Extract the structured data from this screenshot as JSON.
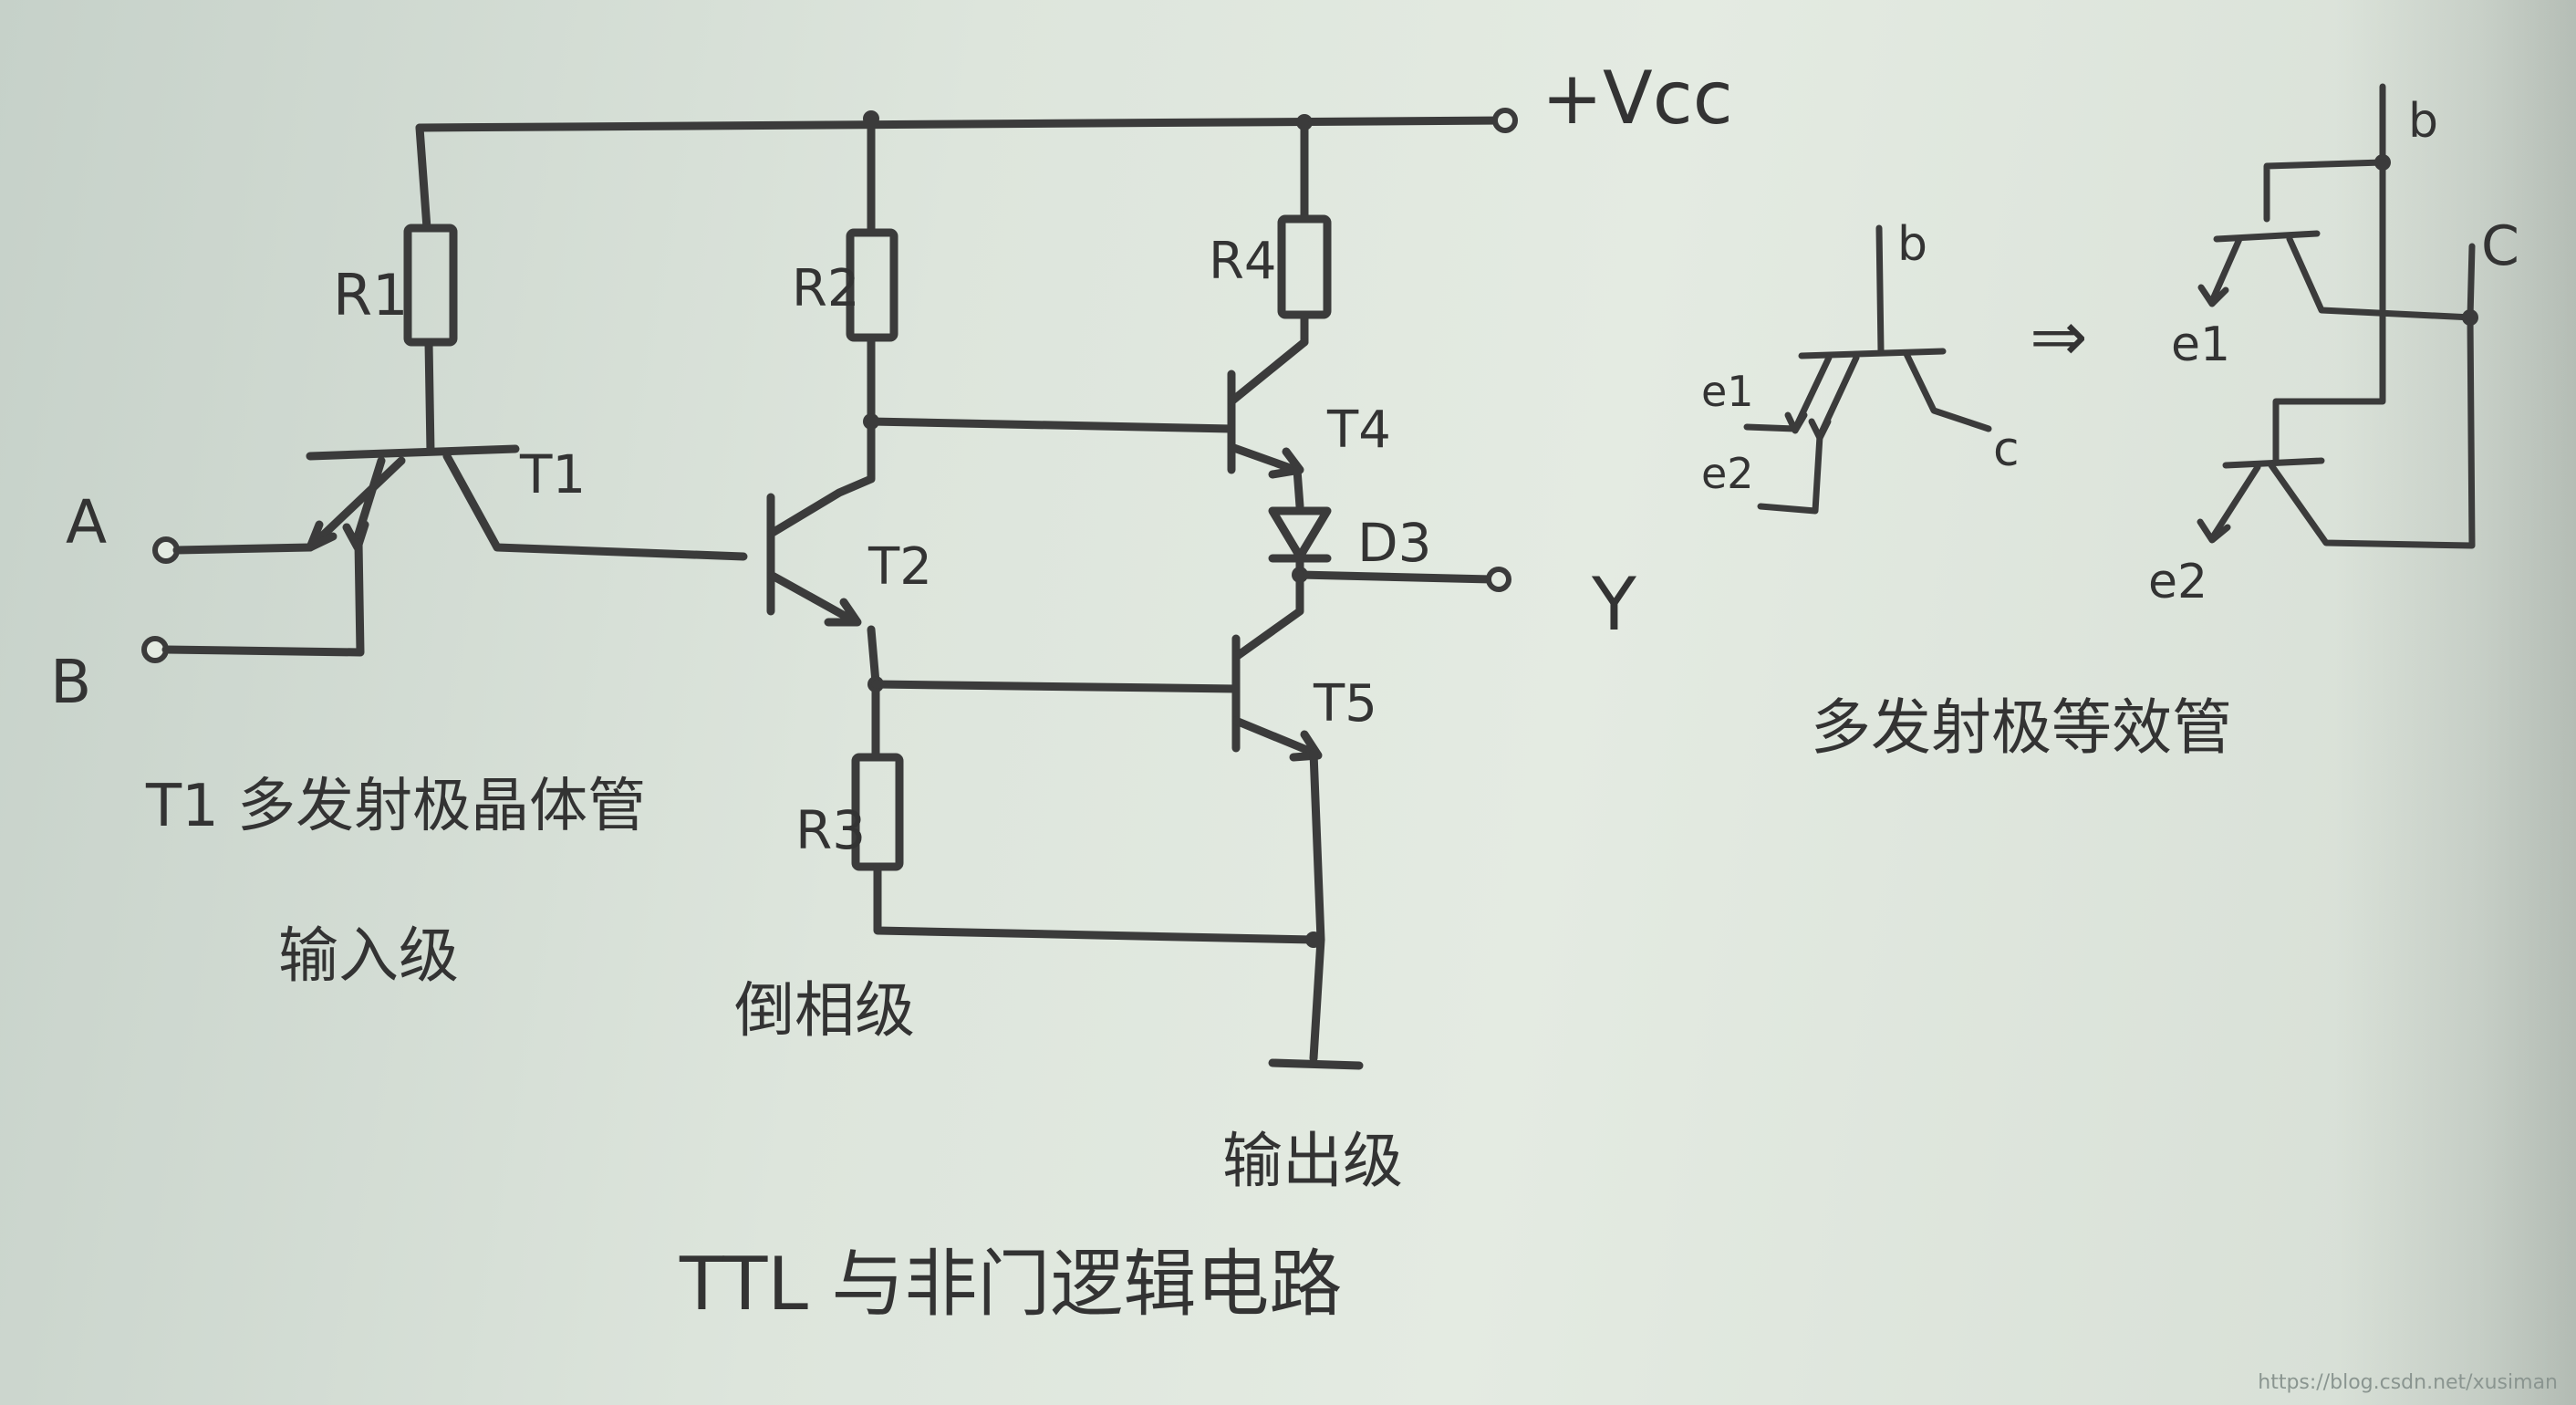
{
  "labels": {
    "vcc": "+Vcc",
    "r1": "R1",
    "r2": "R2",
    "r3": "R3",
    "r4": "R4",
    "t1": "T1",
    "t2": "T2",
    "t4": "T4",
    "t5": "T5",
    "d3": "D3",
    "input_a": "A",
    "input_b": "B",
    "output_y": "Y",
    "eq_b": "b",
    "eq_c": "c",
    "eq_e1": "e1",
    "eq_e2": "e2",
    "eq2_b": "b",
    "eq2_c": "C",
    "eq2_e1": "e1",
    "eq2_e2": "e2",
    "implies": "⇒"
  },
  "captions": {
    "t1_caption": "T1 多发射极晶体管",
    "input_stage": "输入级",
    "phase_splitter": "倒相级",
    "output_stage": "输出级",
    "multi_emitter_equiv": "多发射极等效管",
    "title": "TTL 与非门逻辑电路"
  },
  "watermark": "https://blog.csdn.net/xusiman"
}
